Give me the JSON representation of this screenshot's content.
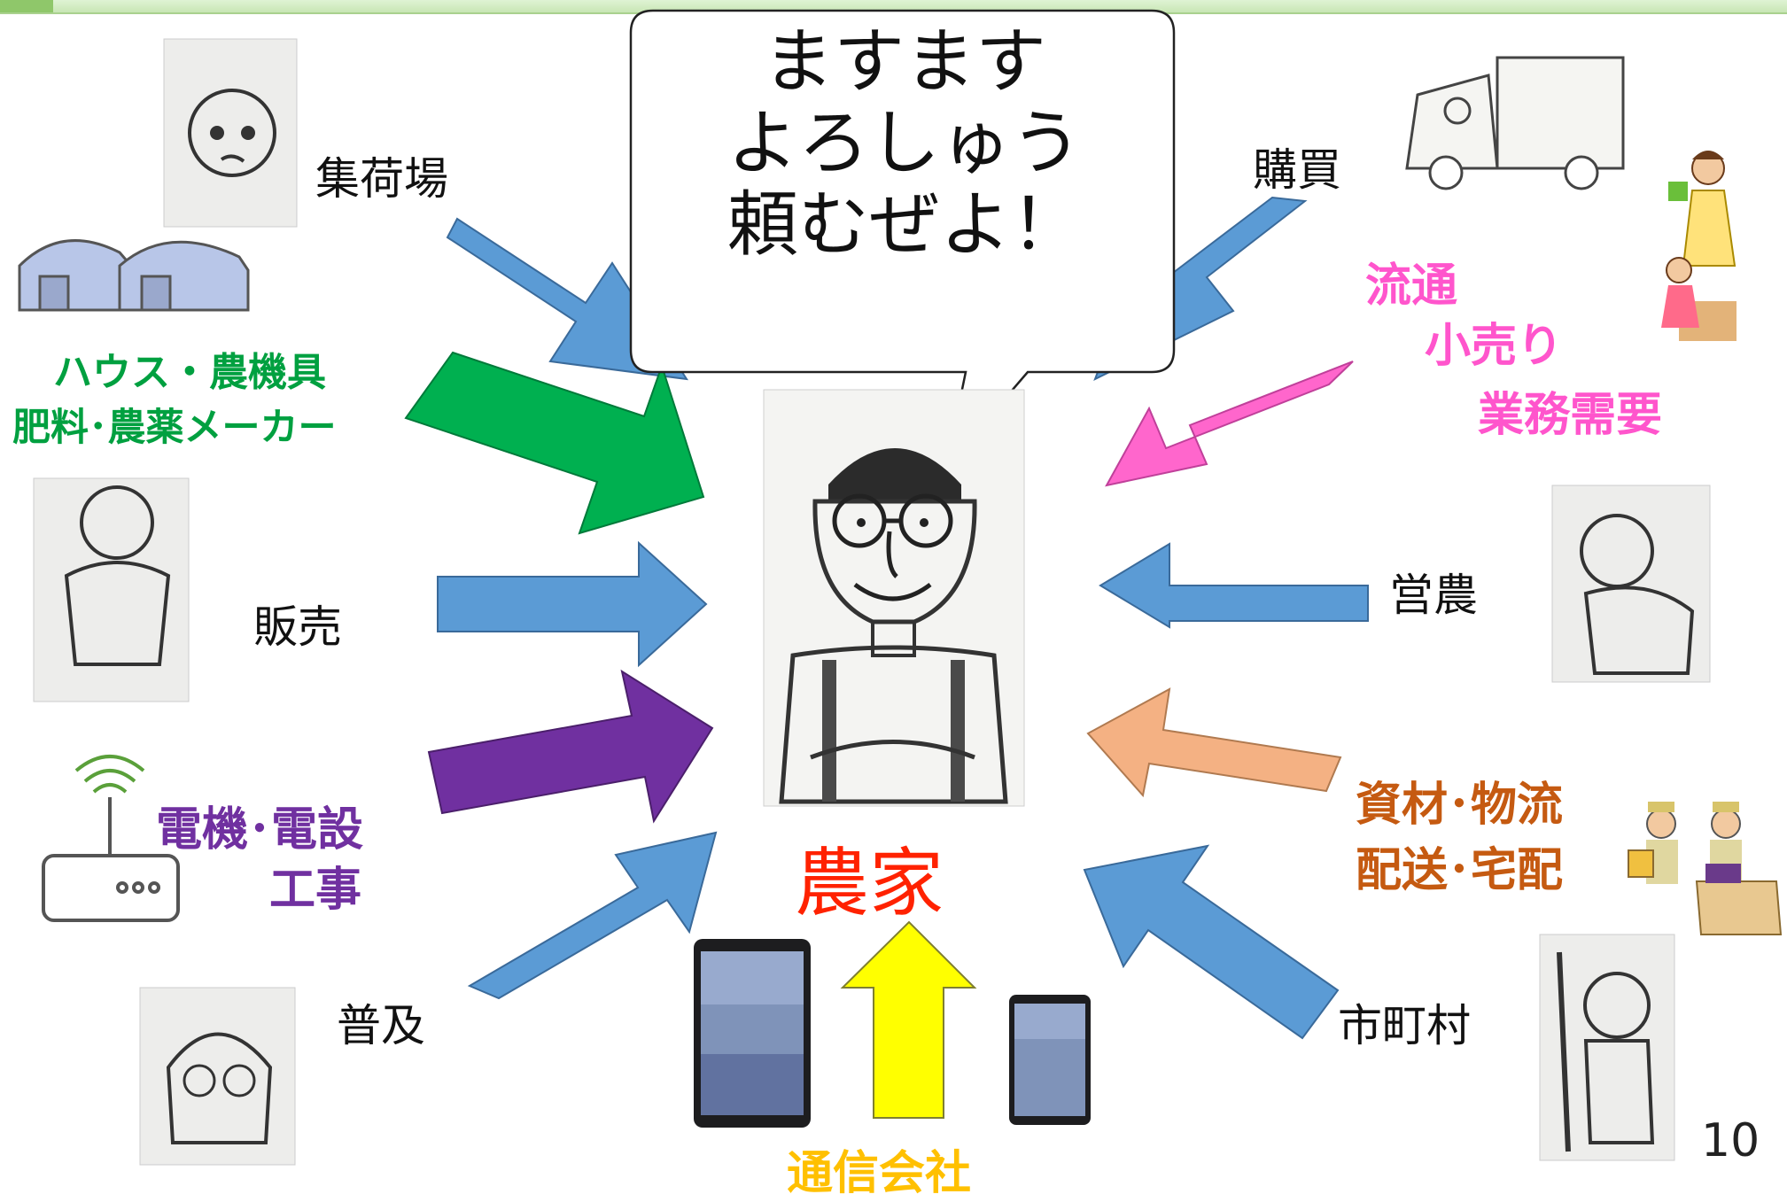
{
  "speech_bubble": {
    "line1": "ますます",
    "line2": "よろしゅう",
    "line3": "頼むぜよ！"
  },
  "center_label": "農家",
  "labels": {
    "shukaba": "集荷場",
    "house_line1": "ハウス・農機具",
    "house_line2": "肥料･農薬メーカー",
    "hanbai": "販売",
    "denki_line1": "電機･電設",
    "denki_line2": "工事",
    "fukyu": "普及",
    "tsushin": "通信会社",
    "kobai": "購買",
    "ryutsu_line1": "流通",
    "ryutsu_line2": "小売り",
    "ryutsu_line3": "業務需要",
    "einou": "営農",
    "shizai_line1": "資材･物流",
    "shizai_line2": "配送･宅配",
    "shichoson": "市町村"
  },
  "page_number": "10",
  "colors": {
    "blue_arrow": "#5b9bd5",
    "green_arrow": "#00b050",
    "purple_arrow": "#7030a0",
    "pink_arrow": "#ff66cc",
    "orange_arrow": "#f4b183",
    "yellow_arrow": "#ffff00",
    "green_text": "#00a040",
    "purple_text": "#7030a0",
    "pink_text": "#ff55cc",
    "orange_text": "#c55a11",
    "red_text": "#ff2200",
    "gold_text": "#ffc000"
  }
}
